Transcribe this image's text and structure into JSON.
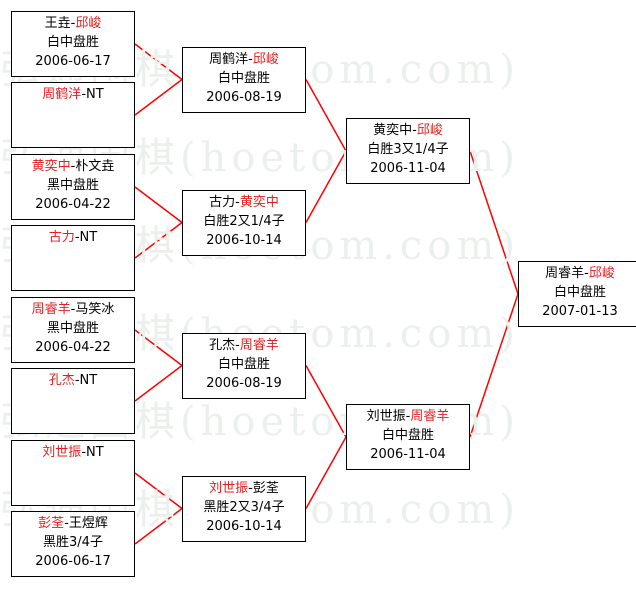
{
  "colors": {
    "winner": "#e02020",
    "text": "#000000",
    "line": "#ff0000",
    "watermark": "#ecf0ec"
  },
  "watermark": {
    "text": "弘通围棋(hoetom.com)"
  },
  "matches": [
    {
      "id": "r1m1",
      "round": 1,
      "players": [
        {
          "name": "王垚",
          "winner": false
        },
        {
          "name": "邱峻",
          "winner": true
        }
      ],
      "result": "白中盘胜",
      "date": "2006-06-17"
    },
    {
      "id": "r1m2",
      "round": 1,
      "players": [
        {
          "name": "周鹤洋",
          "winner": true
        },
        {
          "name": "NT",
          "winner": false
        }
      ],
      "result": "",
      "date": ""
    },
    {
      "id": "r1m3",
      "round": 1,
      "players": [
        {
          "name": "黄奕中",
          "winner": true
        },
        {
          "name": "朴文垚",
          "winner": false
        }
      ],
      "result": "黑中盘胜",
      "date": "2006-04-22"
    },
    {
      "id": "r1m4",
      "round": 1,
      "players": [
        {
          "name": "古力",
          "winner": true
        },
        {
          "name": "NT",
          "winner": false
        }
      ],
      "result": "",
      "date": ""
    },
    {
      "id": "r1m5",
      "round": 1,
      "players": [
        {
          "name": "周睿羊",
          "winner": true
        },
        {
          "name": "马笑冰",
          "winner": false
        }
      ],
      "result": "黑中盘胜",
      "date": "2006-04-22"
    },
    {
      "id": "r1m6",
      "round": 1,
      "players": [
        {
          "name": "孔杰",
          "winner": true
        },
        {
          "name": "NT",
          "winner": false
        }
      ],
      "result": "",
      "date": ""
    },
    {
      "id": "r1m7",
      "round": 1,
      "players": [
        {
          "name": "刘世振",
          "winner": true
        },
        {
          "name": "NT",
          "winner": false
        }
      ],
      "result": "",
      "date": ""
    },
    {
      "id": "r1m8",
      "round": 1,
      "players": [
        {
          "name": "彭荃",
          "winner": true
        },
        {
          "name": "王煜辉",
          "winner": false
        }
      ],
      "result": "黑胜3/4子",
      "date": "2006-06-17"
    },
    {
      "id": "r2m1",
      "round": 2,
      "players": [
        {
          "name": "周鹤洋",
          "winner": false
        },
        {
          "name": "邱峻",
          "winner": true
        }
      ],
      "result": "白中盘胜",
      "date": "2006-08-19"
    },
    {
      "id": "r2m2",
      "round": 2,
      "players": [
        {
          "name": "古力",
          "winner": false
        },
        {
          "name": "黄奕中",
          "winner": true
        }
      ],
      "result": "白胜2又1/4子",
      "date": "2006-10-14"
    },
    {
      "id": "r2m3",
      "round": 2,
      "players": [
        {
          "name": "孔杰",
          "winner": false
        },
        {
          "name": "周睿羊",
          "winner": true
        }
      ],
      "result": "白中盘胜",
      "date": "2006-08-19"
    },
    {
      "id": "r2m4",
      "round": 2,
      "players": [
        {
          "name": "刘世振",
          "winner": true
        },
        {
          "name": "彭荃",
          "winner": false
        }
      ],
      "result": "黑胜2又3/4子",
      "date": "2006-10-14"
    },
    {
      "id": "r3m1",
      "round": 3,
      "players": [
        {
          "name": "黄奕中",
          "winner": false
        },
        {
          "name": "邱峻",
          "winner": true
        }
      ],
      "result": "白胜3又1/4子",
      "date": "2006-11-04"
    },
    {
      "id": "r3m2",
      "round": 3,
      "players": [
        {
          "name": "刘世振",
          "winner": false
        },
        {
          "name": "周睿羊",
          "winner": true
        }
      ],
      "result": "白中盘胜",
      "date": "2006-11-04"
    },
    {
      "id": "r4m1",
      "round": 4,
      "players": [
        {
          "name": "周睿羊",
          "winner": false
        },
        {
          "name": "邱峻",
          "winner": true
        }
      ],
      "result": "白中盘胜",
      "date": "2007-01-13"
    }
  ]
}
